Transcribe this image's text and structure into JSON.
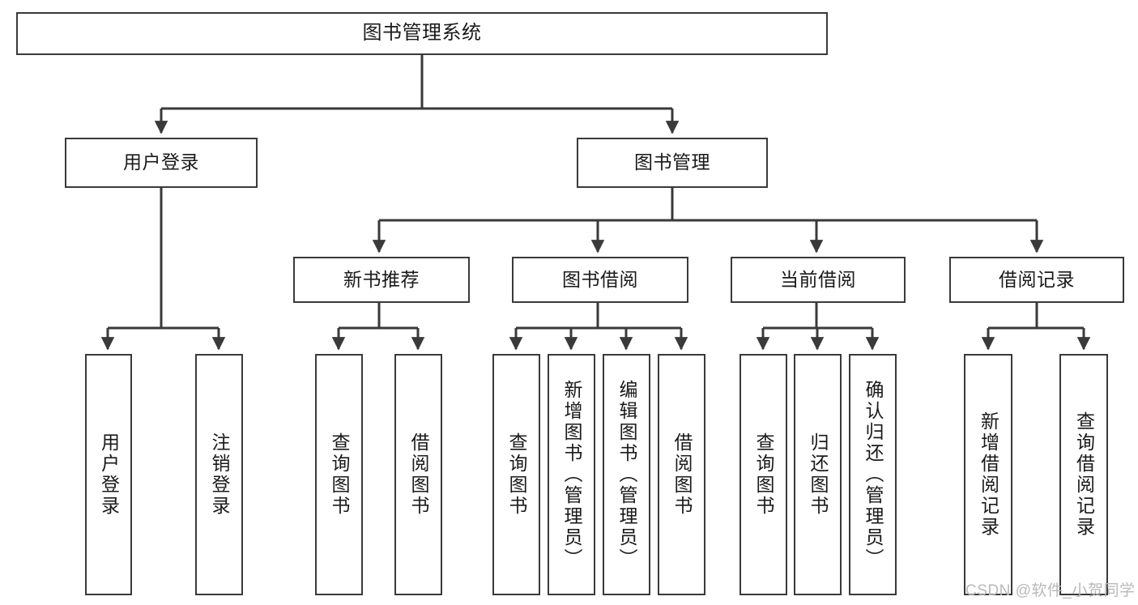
{
  "diagram": {
    "title": "图书管理系统",
    "type": "functional-structure-tree",
    "colors": {
      "box_border": "#3a3a3a",
      "box_fill": "#ffffff",
      "connector": "#3a3a3a",
      "text": "#1a1a1a",
      "watermark": "#b9b9b9",
      "canvas": "#ffffff"
    },
    "levels": {
      "root": {
        "label": "图书管理系统"
      },
      "level2": [
        {
          "id": "user-login",
          "label": "用户登录"
        },
        {
          "id": "book-management",
          "label": "图书管理"
        }
      ],
      "level3": [
        {
          "id": "new-book-recommend",
          "label": "新书推荐",
          "parent": "book-management"
        },
        {
          "id": "book-borrow",
          "label": "图书借阅",
          "parent": "book-management"
        },
        {
          "id": "current-borrow",
          "label": "当前借阅",
          "parent": "book-management"
        },
        {
          "id": "borrow-record",
          "label": "借阅记录",
          "parent": "book-management"
        }
      ],
      "leaves": [
        {
          "id": "leaf-user-login",
          "label": "用户登录",
          "parent": "user-login"
        },
        {
          "id": "leaf-user-logout",
          "label": "注销登录",
          "parent": "user-login"
        },
        {
          "id": "leaf-query-book-1",
          "label": "查询图书",
          "parent": "new-book-recommend"
        },
        {
          "id": "leaf-borrow-book-1",
          "label": "借阅图书",
          "parent": "new-book-recommend"
        },
        {
          "id": "leaf-query-book-2",
          "label": "查询图书",
          "parent": "book-borrow"
        },
        {
          "id": "leaf-add-book",
          "label": "新增图书（管理员）",
          "parent": "book-borrow"
        },
        {
          "id": "leaf-edit-book",
          "label": "编辑图书（管理员）",
          "parent": "book-borrow"
        },
        {
          "id": "leaf-borrow-book-2",
          "label": "借阅图书",
          "parent": "book-borrow"
        },
        {
          "id": "leaf-query-book-3",
          "label": "查询图书",
          "parent": "current-borrow"
        },
        {
          "id": "leaf-return-book",
          "label": "归还图书",
          "parent": "current-borrow"
        },
        {
          "id": "leaf-confirm-return",
          "label": "确认归还（管理员）",
          "parent": "current-borrow"
        },
        {
          "id": "leaf-add-record",
          "label": "新增借阅记录",
          "parent": "borrow-record"
        },
        {
          "id": "leaf-query-record",
          "label": "查询借阅记录",
          "parent": "borrow-record"
        }
      ]
    },
    "watermark": "CSDN @软件_小贺同学"
  }
}
